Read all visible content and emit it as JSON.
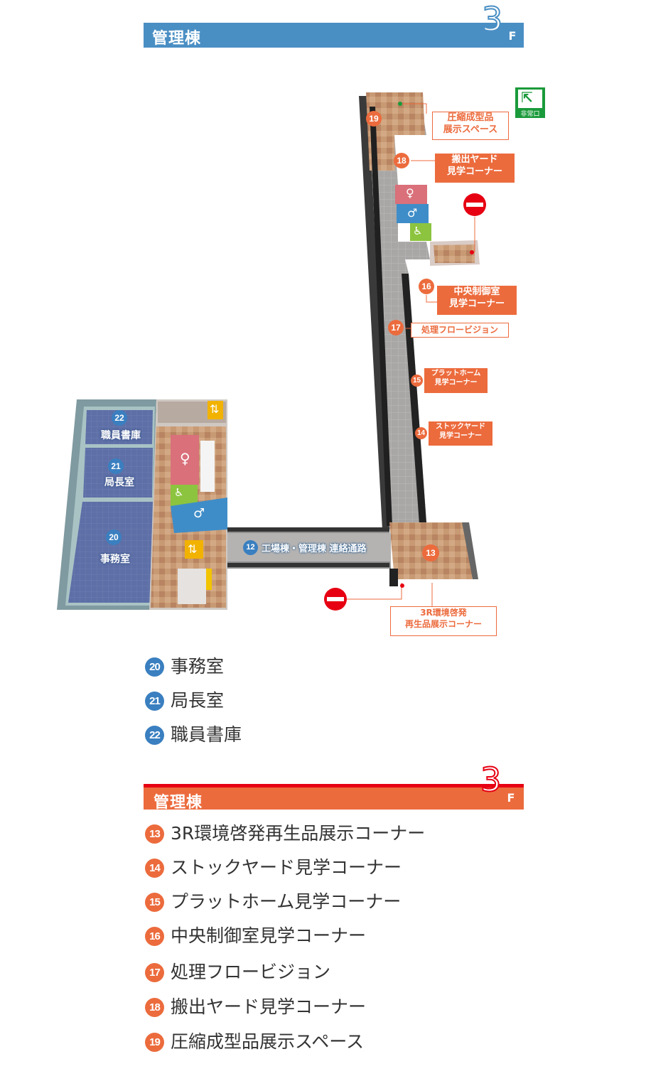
{
  "header_admin": {
    "title": "管理棟",
    "floor": "3",
    "floor_suffix": "F"
  },
  "header_tour": {
    "title": "管理棟",
    "floor": "3",
    "floor_suffix": "F"
  },
  "map": {
    "exit_sign": {
      "icon": "emergency-exit-icon",
      "text": "非常口",
      "color": "#1a9a3a"
    },
    "no_entry_icon": "no-entry-icon",
    "corridor_label": "工場棟・管理棟 連絡通路",
    "corridor_num": "12",
    "spots": [
      {
        "num": "19",
        "label": "圧縮成型品\n展示スペース"
      },
      {
        "num": "18",
        "label": "搬出ヤード\n見学コーナー"
      },
      {
        "num": "16",
        "label": "中央制御室\n見学コーナー"
      },
      {
        "num": "17",
        "label": "処理フロービジョン"
      },
      {
        "num": "15",
        "label": "プラットホーム\n見学コーナー"
      },
      {
        "num": "14",
        "label": "ストックヤード\n見学コーナー"
      },
      {
        "num": "13",
        "label": "3R環境啓発\n再生品展示コーナー"
      }
    ],
    "rooms": [
      {
        "num": "22",
        "name": "職員書庫"
      },
      {
        "num": "21",
        "name": "局長室"
      },
      {
        "num": "20",
        "name": "事務室"
      }
    ],
    "icons": [
      "womens-restroom-icon",
      "mens-restroom-icon",
      "accessible-restroom-icon",
      "elevator-icon"
    ]
  },
  "admin_list": [
    {
      "num": "20",
      "label": "事務室"
    },
    {
      "num": "21",
      "label": "局長室"
    },
    {
      "num": "22",
      "label": "職員書庫"
    }
  ],
  "tour_list": [
    {
      "num": "13",
      "label": "3R環境啓発再生品展示コーナー"
    },
    {
      "num": "14",
      "label": "ストックヤード見学コーナー"
    },
    {
      "num": "15",
      "label": "プラットホーム見学コーナー"
    },
    {
      "num": "16",
      "label": "中央制御室見学コーナー"
    },
    {
      "num": "17",
      "label": "処理フロービジョン"
    },
    {
      "num": "18",
      "label": "搬出ヤード見学コーナー"
    },
    {
      "num": "19",
      "label": "圧縮成型品展示スペース"
    }
  ],
  "colors": {
    "blue": "#4a8fc4",
    "orange": "#ec6b3d",
    "red": "#e60012",
    "room_blue": "#5d6fa6"
  }
}
